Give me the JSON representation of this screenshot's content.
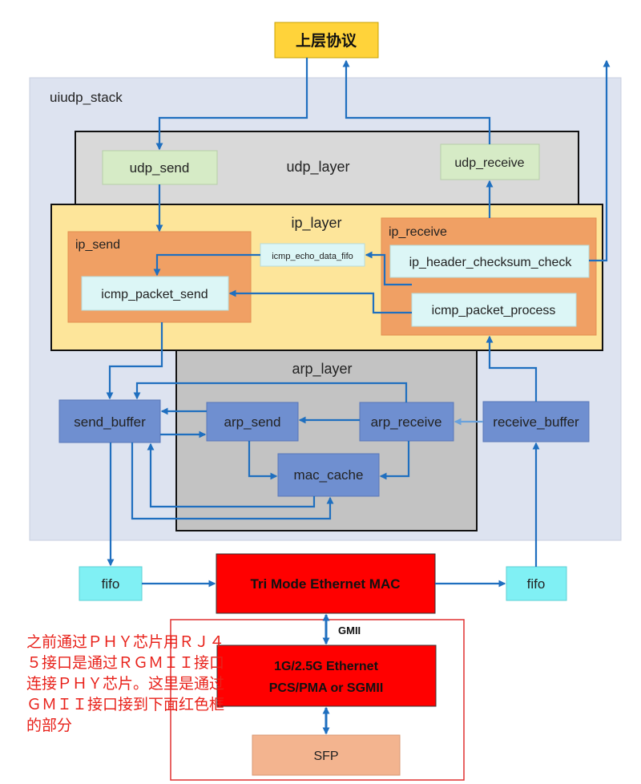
{
  "diagram": {
    "upper_protocol": "上层协议",
    "stack": "uiudp_stack",
    "udp_layer": "udp_layer",
    "udp_send": "udp_send",
    "udp_receive": "udp_receive",
    "ip_layer": "ip_layer",
    "ip_send": "ip_send",
    "ip_receive": "ip_receive",
    "icmp_echo_data_fifo": "icmp_echo_data_fifo",
    "icmp_packet_send": "icmp_packet_send",
    "ip_header_checksum_check": "ip_header_checksum_check",
    "icmp_packet_process": "icmp_packet_process",
    "arp_layer": "arp_layer",
    "send_buffer": "send_buffer",
    "arp_send": "arp_send",
    "arp_receive": "arp_receive",
    "receive_buffer": "receive_buffer",
    "mac_cache": "mac_cache",
    "fifo_left": "fifo",
    "fifo_right": "fifo",
    "mac": "Tri Mode Ethernet MAC",
    "gmii": "GMII",
    "pcs_line1": "1G/2.5G Ethernet",
    "pcs_line2": "PCS/PMA or SGMII",
    "sfp": "SFP"
  },
  "note": "之前通过ＰＨＹ芯片用ＲＪ４５接口是通过ＲＧＭＩＩ接口连接ＰＨＹ芯片。这里是通过ＧＭＩＩ接口接到下面红色框的部分",
  "colors": {
    "stack_bg": "#dde3f0",
    "udp_layer_bg": "#d9d9d9",
    "green_box": "#d6ebc6",
    "ip_layer_bg": "#fde59a",
    "orange_box": "#f0a064",
    "cyan_box": "#dcf6f6",
    "arp_layer_bg": "#c3c3c3",
    "blue_box": "#6f8fd0",
    "fifo_box": "#80f0f4",
    "red": "#ff0000",
    "sfp_box": "#f3b48f",
    "yellow": "#ffd33a",
    "arrow": "#1f6fbf"
  }
}
